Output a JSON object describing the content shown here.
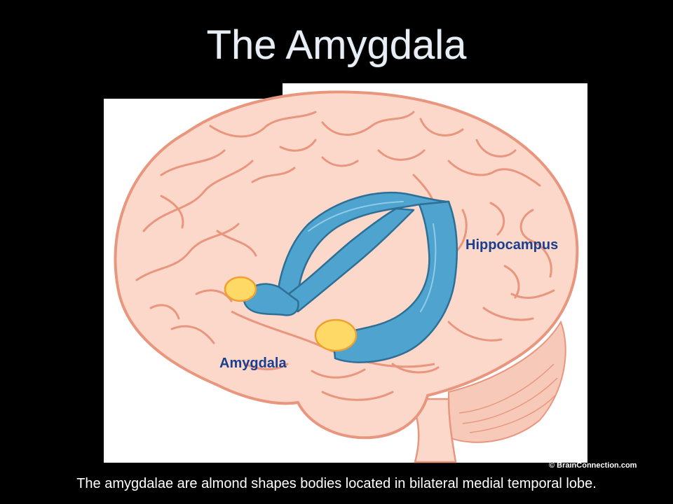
{
  "slide": {
    "title": "The Amygdala",
    "caption": "The amygdalae are almond shapes bodies located in bilateral medial temporal lobe."
  },
  "figure": {
    "labels": {
      "hippocampus": "Hippocampus",
      "amygdala": "Amygdala"
    },
    "credit": "© BrainConnection.com",
    "colors": {
      "background": "#000000",
      "panel": "#ffffff",
      "brain_fill": "#fbd8c9",
      "brain_stroke": "#e9967f",
      "hippocampus_fill": "#4fa3cf",
      "hippocampus_stroke": "#2e6f96",
      "amygdala_fill": "#ffd966",
      "amygdala_stroke": "#f0a030",
      "label_text": "#1a3f8f"
    }
  }
}
